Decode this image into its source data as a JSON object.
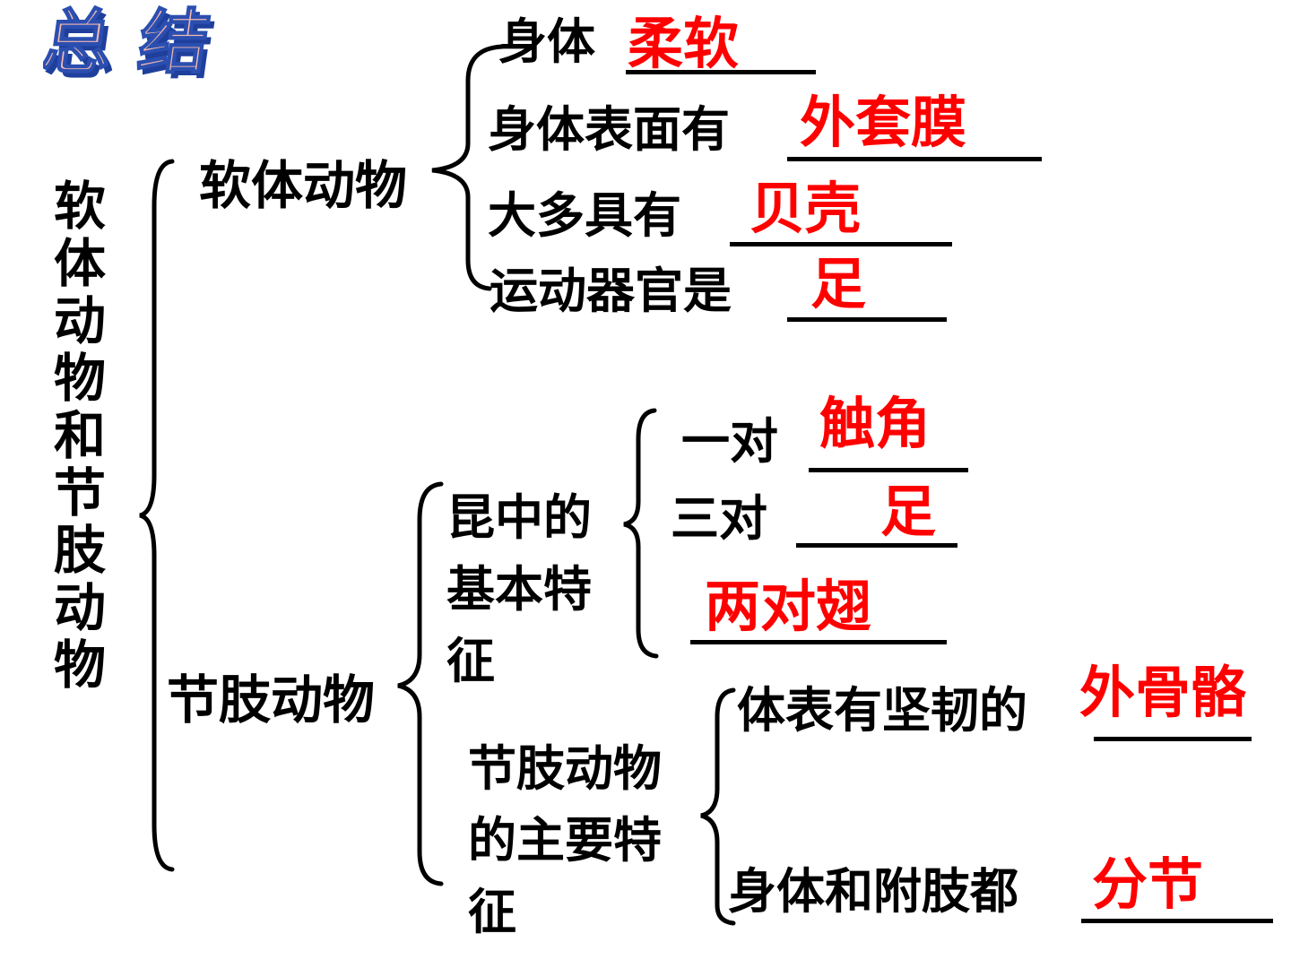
{
  "title": "总结",
  "vertical_title": "软体动物和节肢动物",
  "mollusk": {
    "label": "软体动物",
    "items": [
      {
        "prompt": "身体",
        "answer": "柔软"
      },
      {
        "prompt": "身体表面有",
        "answer": "外套膜"
      },
      {
        "prompt": "大多具有",
        "answer": "贝壳"
      },
      {
        "prompt": "运动器官是",
        "answer": "足"
      }
    ]
  },
  "arthropod": {
    "label": "节肢动物",
    "insect": {
      "label_lines": [
        "昆中的",
        "基本特",
        "征"
      ],
      "items": [
        {
          "prompt": "一对",
          "answer": "触角"
        },
        {
          "prompt": "三对",
          "answer": "足"
        },
        {
          "prompt": "",
          "answer": "两对翅"
        }
      ]
    },
    "main": {
      "label_lines": [
        "节肢动物",
        "的主要特",
        "征"
      ],
      "items": [
        {
          "prompt": "体表有坚韧的",
          "answer": "外骨骼"
        },
        {
          "prompt": "身体和附肢都",
          "answer": "分节"
        }
      ]
    }
  },
  "colors": {
    "answer": "#ff0000",
    "text": "#000000",
    "wordart_fill": "#f4b9b0",
    "wordart_shadow": "#1f3f9c"
  }
}
